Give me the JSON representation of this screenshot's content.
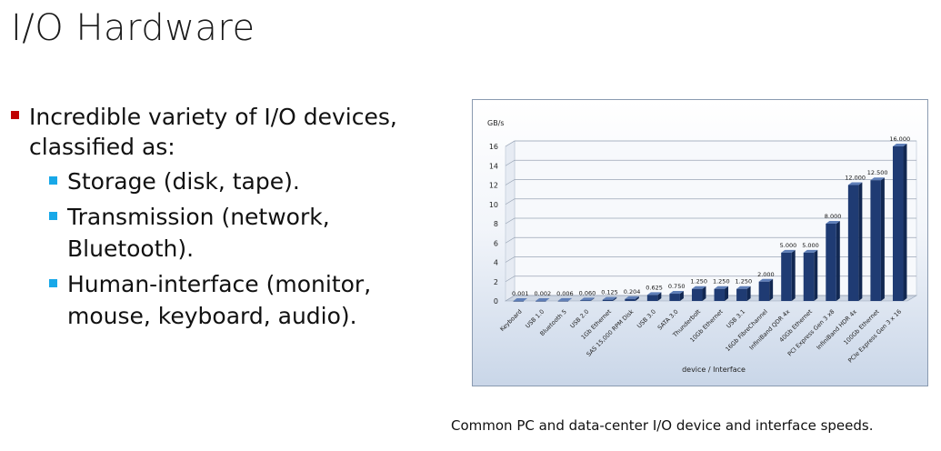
{
  "slide": {
    "title": "I/O Hardware",
    "bullet_main": [
      "Incredible variety of I/O devices,",
      "classified as:"
    ],
    "sub_bullets": [
      [
        "Storage (disk, tape)."
      ],
      [
        "Transmission (network,",
        "Bluetooth)."
      ],
      [
        "Human-interface (monitor,",
        "mouse, keyboard, audio)."
      ]
    ],
    "caption": "Common PC and data-center I/O device and interface speeds."
  },
  "chart_data": {
    "type": "bar",
    "ylabel": "GB/s",
    "xlabel": "device / Interface",
    "ylim": [
      0,
      16
    ],
    "yticks": [
      0,
      2,
      4,
      6,
      8,
      10,
      12,
      14,
      16
    ],
    "grid": true,
    "categories": [
      "Keyboard",
      "USB 1.0",
      "Bluetooth 5",
      "USB 2.0",
      "1Gb Ethernet",
      "SAS 15,000 RPM Disk",
      "USB 3.0",
      "SATA 3.0",
      "Thunderbolt",
      "10Gb Ethernet",
      "USB 3.1",
      "16Gb FibreChannel",
      "InfiniBand QDR 4x",
      "40Gb Ethernet",
      "PCI Express Gen 3 x8",
      "InfiniBand HDR 4x",
      "100Gb Ethernet",
      "PCIe Express Gen 3 x 16"
    ],
    "values": [
      0.001,
      0.002,
      0.006,
      0.06,
      0.125,
      0.204,
      0.625,
      0.75,
      1.25,
      1.25,
      1.25,
      2.0,
      5.0,
      5.0,
      8.0,
      12.0,
      12.5,
      16.0
    ],
    "value_labels": [
      "0.001",
      "0.002",
      "0.006",
      "0.060",
      "0.125",
      "0.204",
      "0.625",
      "0.750",
      "1.250",
      "1.250",
      "1.250",
      "2.000",
      "5.000",
      "5.000",
      "8.000",
      "12.000",
      "12.500",
      "16.000"
    ],
    "bar_color": "#1f3b73"
  }
}
